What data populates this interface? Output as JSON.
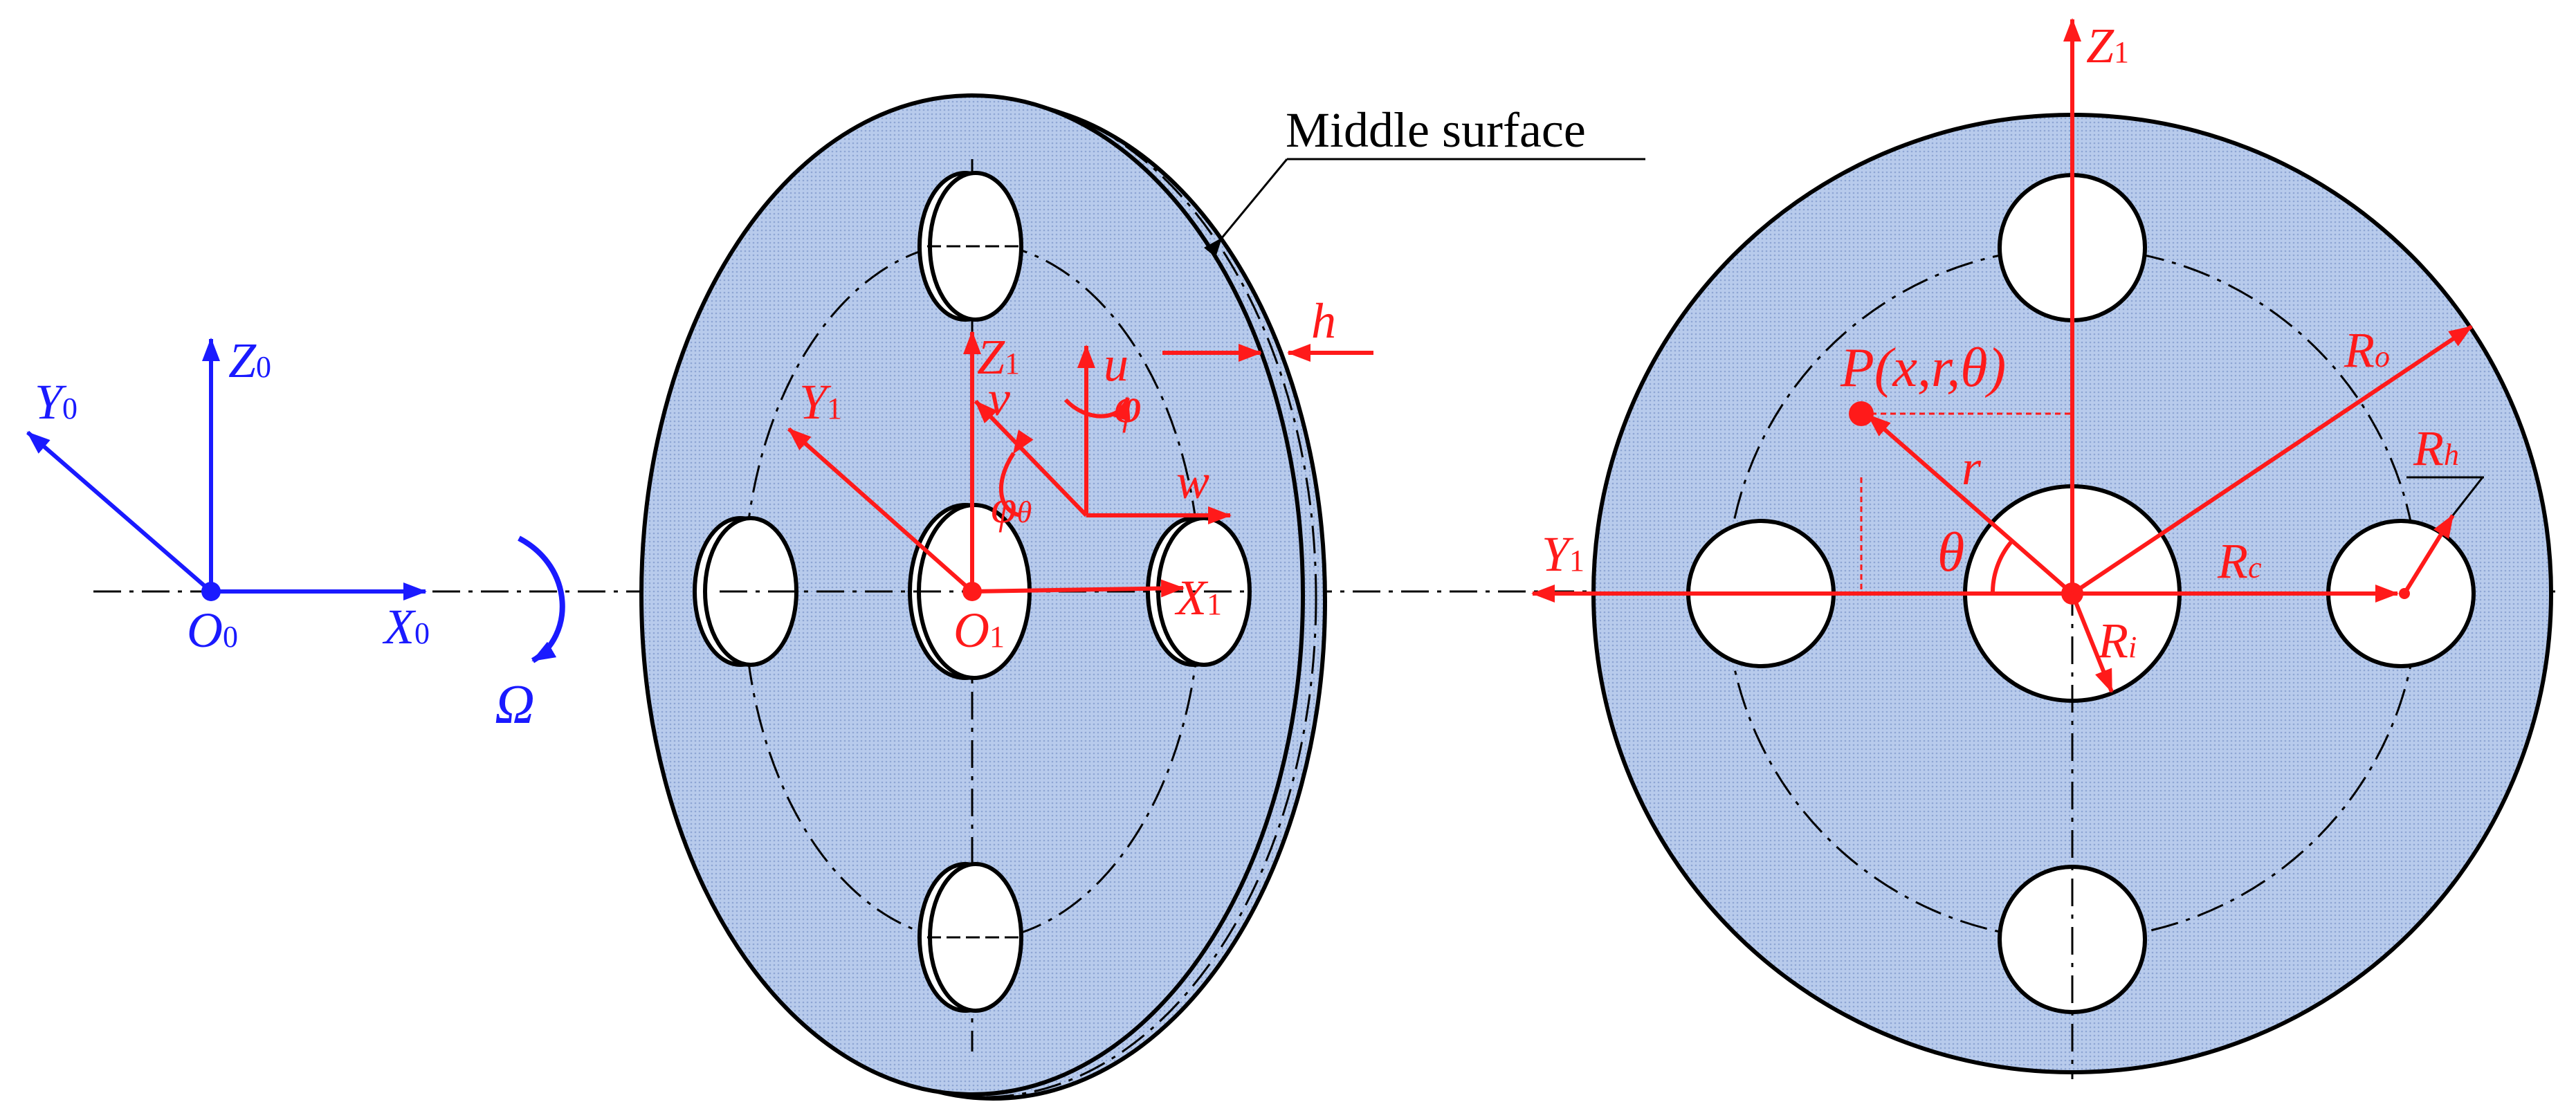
{
  "colors": {
    "disk_fill": "#b3c7e8",
    "disk_stroke": "#000000",
    "inertial_frame": "#1a1aff",
    "rotating_frame": "#ff1a1a"
  },
  "inertial_frame": {
    "origin": "O",
    "origin_sub": "0",
    "x_axis": "X",
    "x_sub": "0",
    "y_axis": "Y",
    "y_sub": "0",
    "z_axis": "Z",
    "z_sub": "0",
    "rotation": "Ω"
  },
  "disk_3d": {
    "callout": "Middle surface",
    "thickness": "h",
    "origin": "O",
    "origin_sub": "1",
    "x_axis": "X",
    "x_sub": "1",
    "y_axis": "Y",
    "y_sub": "1",
    "z_axis": "Z",
    "z_sub": "1",
    "disp_u": "u",
    "disp_v": "v",
    "disp_w": "w",
    "rot_phi": "φ",
    "rot_phi_theta": "φ",
    "rot_phi_theta_sub": "θ"
  },
  "disk_front": {
    "z_axis": "Z",
    "z_sub": "1",
    "y_axis": "Y",
    "y_sub": "1",
    "point": "P(x,r,θ)",
    "radius": "r",
    "angle": "θ",
    "outer_radius": "R",
    "outer_sub": "o",
    "inner_radius": "R",
    "inner_sub": "i",
    "hole_circle_radius": "R",
    "hole_circle_sub": "c",
    "hole_radius": "R",
    "hole_sub": "h"
  }
}
